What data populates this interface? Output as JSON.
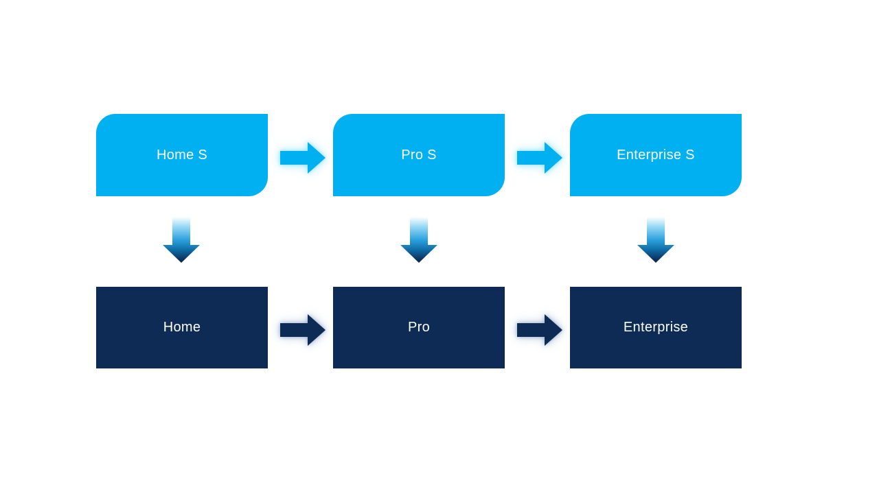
{
  "diagram": {
    "background_color": "#FFFFFF",
    "colors": {
      "top_box_fill": "#00B0F0",
      "bottom_box_fill": "#0D2B55",
      "label_text": "#FFFFFF",
      "top_connector_fill": "#00B0F0",
      "bottom_connector_fill": "#0D2B55",
      "down_arrow_gradient": [
        "#FFFFFF",
        "#A6DFF8",
        "#2BA2DD",
        "#0F6CA6",
        "#0D2B55"
      ]
    },
    "columns": [
      {
        "top_label": "Home S",
        "bottom_label": "Home"
      },
      {
        "top_label": "Pro S",
        "bottom_label": "Pro"
      },
      {
        "top_label": "Enterprise S",
        "bottom_label": "Enterprise"
      }
    ],
    "icons": {
      "horizontal_connector": "right-arrow-icon",
      "vertical_connector": "down-arrow-icon"
    }
  }
}
